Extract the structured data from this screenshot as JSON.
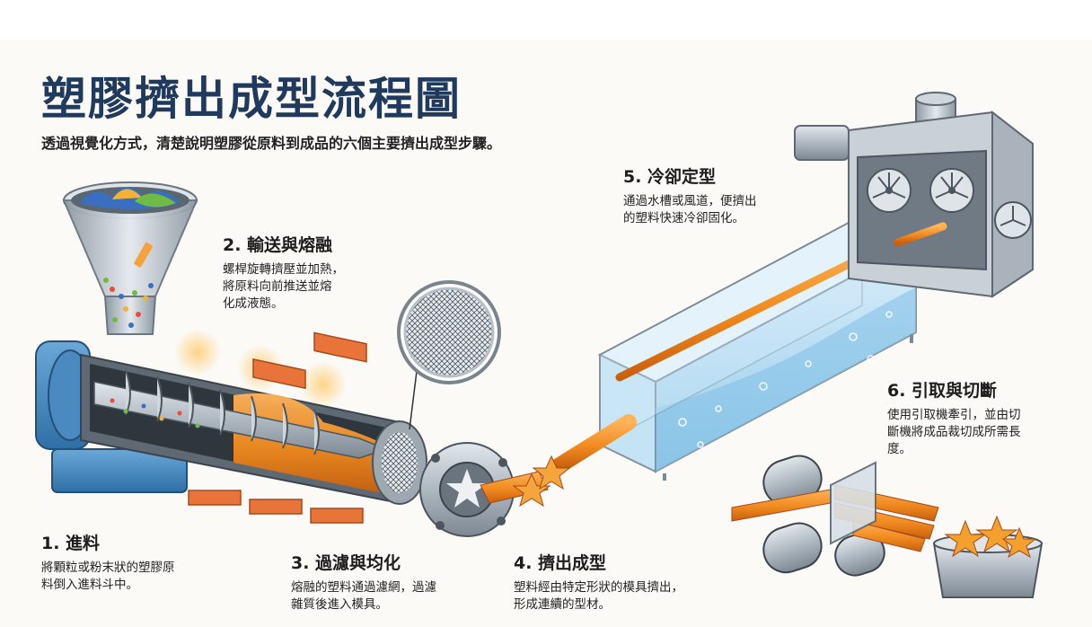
{
  "title": "塑膠擠出成型流程圖",
  "subtitle": "透過視覺化方式，清楚說明塑膠從原料到成品的六個主要擠出成型步驟。",
  "steps": [
    {
      "title": "1. 進料",
      "desc_lines": [
        "將顆粒或粉末狀的塑膠原",
        "料倒入進料斗中。"
      ]
    },
    {
      "title": "2. 輸送與熔融",
      "desc_lines": [
        "螺桿旋轉擠壓並加熱，",
        "將原料向前推送並熔",
        "化成液態。"
      ]
    },
    {
      "title": "3. 過濾與均化",
      "desc_lines": [
        "熔融的塑料通過濾網，過濾",
        "雜質後進入模具。"
      ]
    },
    {
      "title": "4. 擠出成型",
      "desc_lines": [
        "塑料經由特定形狀的模具擠出，",
        "形成連續的型材。"
      ]
    },
    {
      "title": "5. 冷卻定型",
      "desc_lines": [
        "通過水槽或風道，便擠出",
        "的塑料快速冷卻固化。"
      ]
    },
    {
      "title": "6. 引取與切斷",
      "desc_lines": [
        "使用引取機牽引，並由切",
        "斷機將成品裁切成所需長",
        "度。"
      ]
    }
  ],
  "colors": {
    "title": "#1f3a5c",
    "plastic": "#f08a1e",
    "water": "#a9d8f2",
    "metal": "#b7c0c8",
    "heater": "#e8743a",
    "barrel_blue": "#3d86c2"
  }
}
